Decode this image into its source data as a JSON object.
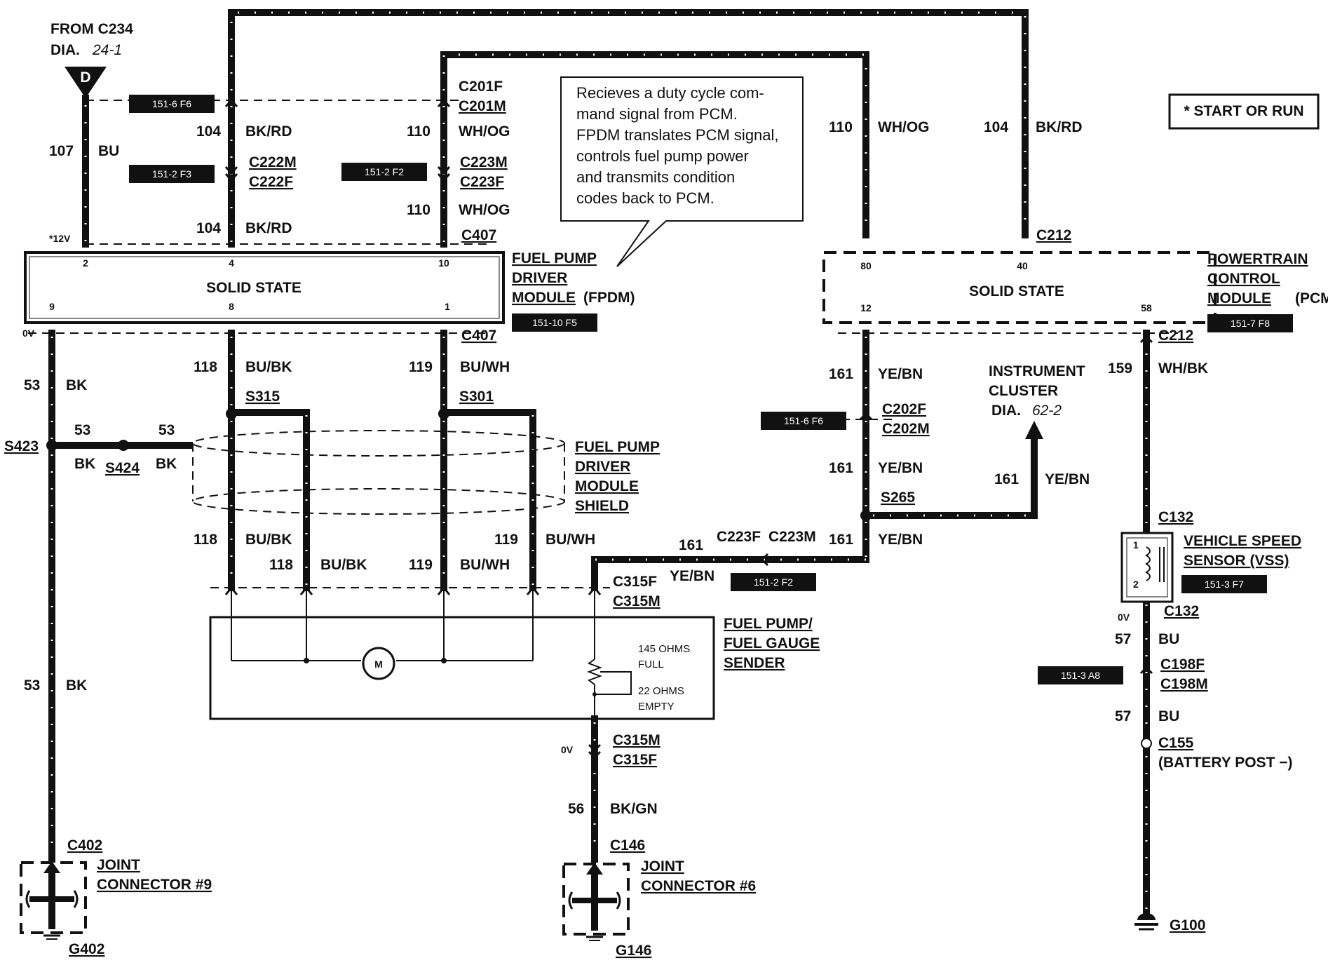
{
  "source": {
    "from": "FROM C234",
    "dia": "DIA.",
    "dia_ref": "24-1",
    "arrow_letter": "D"
  },
  "note": "* START OR RUN",
  "tags": {
    "t1": "151-6 F6",
    "t2": "151-2 F3",
    "t3": "151-2 F2",
    "t4": "151-10 F5",
    "t5": "151-7 F8",
    "t6": "151-6 F6",
    "t7": "151-2 F2",
    "t8": "151-3 F7",
    "t9": "151-3 A8"
  },
  "callout": [
    "Recieves a duty cycle com-",
    "mand signal from PCM.",
    "FPDM translates PCM signal,",
    "controls fuel pump power",
    "and transmits condition",
    "codes back to PCM."
  ],
  "fpdm": {
    "title_lines": [
      "FUEL PUMP",
      "DRIVER",
      "MODULE"
    ],
    "suffix": "(FPDM)",
    "body": "SOLID STATE",
    "pins": {
      "p2": "2",
      "p4": "4",
      "p10": "10",
      "p9": "9",
      "p8": "8",
      "p1": "1"
    },
    "v12": "*12V",
    "v0": "0V"
  },
  "pcm": {
    "title_lines": [
      "POWERTRAIN",
      "CONTROL",
      "MODULE"
    ],
    "suffix": "(PCM)",
    "body": "SOLID STATE",
    "pins": {
      "p80": "80",
      "p40": "40",
      "p12": "12",
      "p58": "58"
    }
  },
  "wires": {
    "w107": "107",
    "w107c": "BU",
    "w104a": "104",
    "w104ac": "BK/RD",
    "w104b": "104",
    "w104bc": "BK/RD",
    "w110a": "110",
    "w110ac": "WH/OG",
    "w110b": "110",
    "w110bc": "WH/OG",
    "w110r": "110",
    "w110rc": "WH/OG",
    "w104r": "104",
    "w104rc": "BK/RD",
    "w53a": "53",
    "w53ac": "BK",
    "w53b": "53",
    "w53bc": "BK",
    "w53c": "53",
    "w53cc": "BK",
    "w53d": "53",
    "w53dc": "BK",
    "w118a": "118",
    "w118ac": "BU/BK",
    "w119a": "119",
    "w119ac": "BU/WH",
    "w118b": "118",
    "w118bc": "BU/BK",
    "w119b": "119",
    "w119bc": "BU/WH",
    "w118c": "118",
    "w118cc": "BU/BK",
    "w119c": "119",
    "w119cc": "BU/WH",
    "w161a": "161",
    "w161ac": "YE/BN",
    "w161b": "161",
    "w161bc": "YE/BN",
    "w161c": "161",
    "w161cc": "YE/BN",
    "w161d": "161",
    "w161dc": "YE/BN",
    "w161e": "161",
    "w161ec": "YE/BN",
    "w159": "159",
    "w159c": "WH/BK",
    "w57a": "57",
    "w57ac": "BU",
    "w57b": "57",
    "w57bc": "BU",
    "w56": "56",
    "w56c": "BK/GN"
  },
  "connectors": {
    "c201f": "C201F",
    "c201m": "C201M",
    "c222m": "C222M",
    "c222f": "C222F",
    "c223m": "C223M",
    "c223f": "C223F",
    "c407a": "C407",
    "c407b": "C407",
    "c212a": "C212",
    "c212b": "C212",
    "c202f": "C202F",
    "c202m": "C202M",
    "c223f2": "C223F",
    "c223m2": "C223M",
    "c315f": "C315F",
    "c315m": "C315M",
    "c315m2": "C315M",
    "c315f2": "C315F",
    "c132a": "C132",
    "c132b": "C132",
    "c198f": "C198F",
    "c198m": "C198M",
    "c155": "C155",
    "c155d": "(BATTERY POST −)",
    "c402": "C402",
    "c146": "C146"
  },
  "splices": {
    "s423": "S423",
    "s424": "S424",
    "s315": "S315",
    "s301": "S301",
    "s265": "S265"
  },
  "shield": [
    "FUEL PUMP",
    "DRIVER",
    "MODULE",
    "SHIELD"
  ],
  "cluster": {
    "lines": [
      "INSTRUMENT",
      "CLUSTER"
    ],
    "dia": "DIA.",
    "dia_ref": "62-2"
  },
  "sender": {
    "lines": [
      "FUEL PUMP/",
      "FUEL GAUGE",
      "SENDER"
    ],
    "full_ohms": "145 OHMS",
    "full": "FULL",
    "empty_ohms": "22 OHMS",
    "empty": "EMPTY",
    "motor": "M",
    "v0": "0V"
  },
  "vss": {
    "lines": [
      "VEHICLE SPEED",
      "SENSOR (VSS)"
    ],
    "pin1": "1",
    "pin2": "2",
    "v0": "0V"
  },
  "grounds": {
    "jc9": [
      "JOINT",
      "CONNECTOR #9"
    ],
    "g402": "G402",
    "jc6": [
      "JOINT",
      "CONNECTOR #6"
    ],
    "g146": "G146",
    "g100": "G100"
  }
}
